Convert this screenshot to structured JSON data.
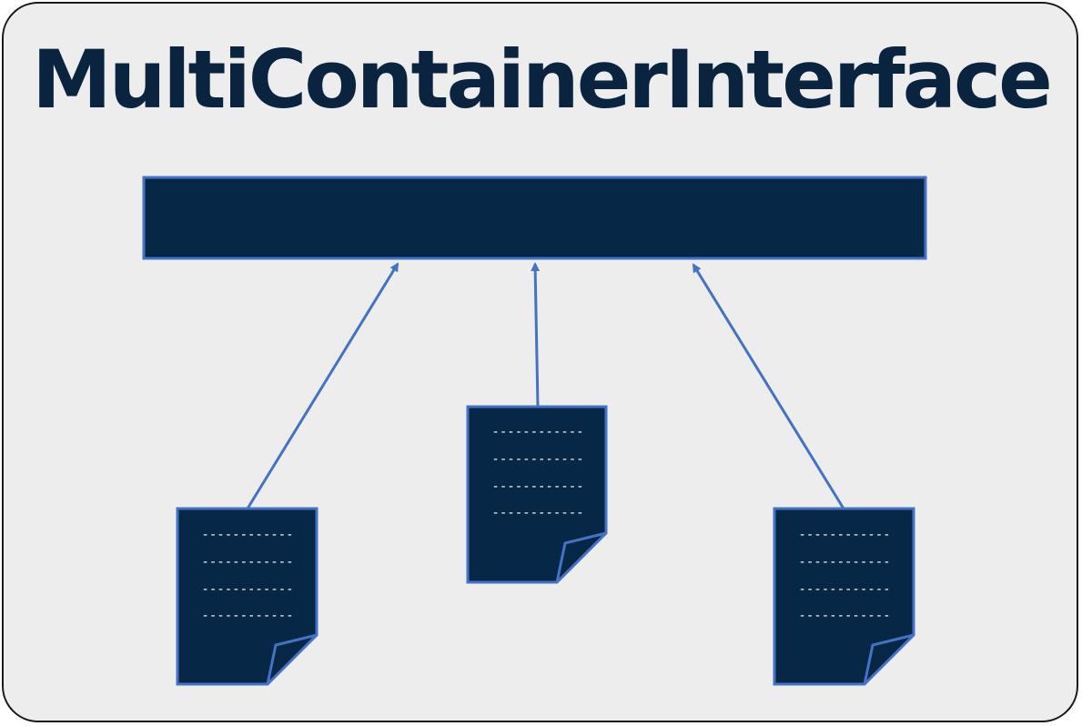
{
  "diagram": {
    "title": "MultiContainerInterface",
    "interface_label": "",
    "documents": [
      {
        "name": "document-left",
        "lines": [
          "------------",
          "------------",
          "------------",
          "------------"
        ]
      },
      {
        "name": "document-center",
        "lines": [
          "------------",
          "------------",
          "------------",
          "------------"
        ]
      },
      {
        "name": "document-right",
        "lines": [
          "------------",
          "------------",
          "------------",
          "------------"
        ]
      }
    ],
    "colors": {
      "background": "#ededee",
      "fill": "#062745",
      "stroke": "#4472c4",
      "title": "#0a2440",
      "line_text": "#ffffff"
    }
  }
}
